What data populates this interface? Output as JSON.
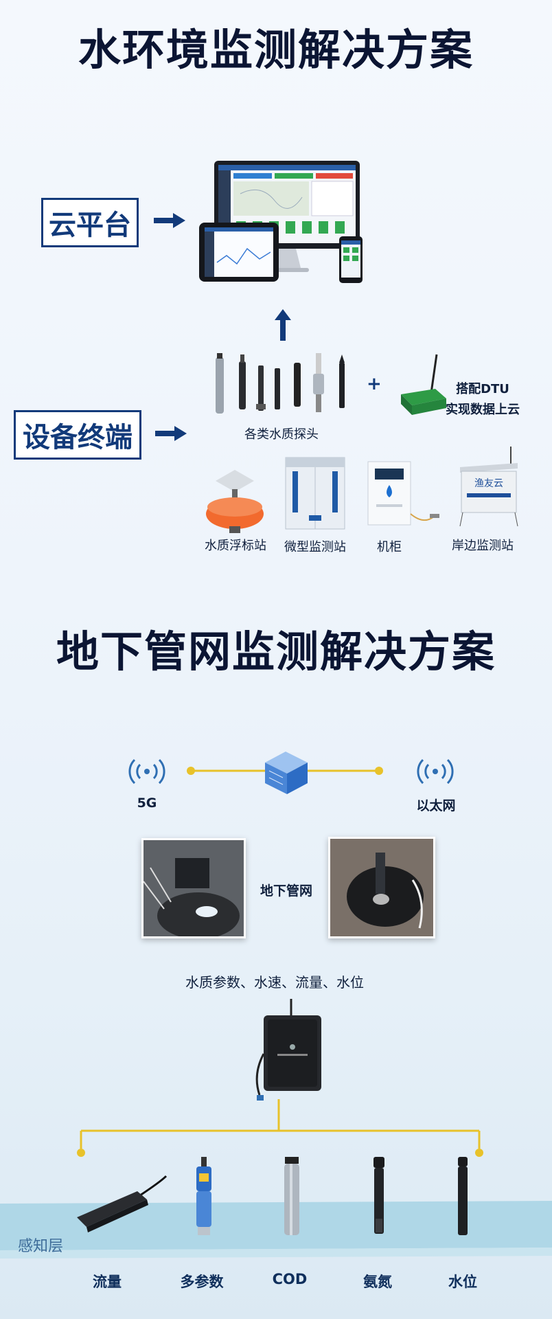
{
  "section1": {
    "title": "水环境监测解决方案",
    "cloud_label": "云平台",
    "device_label": "设备终端",
    "probe_caption": "各类水质探头",
    "plus": "+",
    "dtu_caption_line1": "搭配DTU",
    "dtu_caption_line2": "实现数据上云",
    "stations": [
      {
        "label": "水质浮标站",
        "icon": "buoy-station-icon"
      },
      {
        "label": "微型监测站",
        "icon": "micro-station-icon"
      },
      {
        "label": "机柜",
        "icon": "cabinet-icon"
      },
      {
        "label": "岸边监测站",
        "icon": "shore-station-icon"
      }
    ],
    "shore_sign": "渔友云"
  },
  "section2": {
    "title": "地下管网监测解决方案",
    "left_net": "5G",
    "right_net": "以太网",
    "pipe_label": "地下管网",
    "params": "水质参数、水速、流量、水位",
    "layer_label": "感知层",
    "sensors": [
      "流量",
      "多参数",
      "COD",
      "氨氮",
      "水位"
    ]
  },
  "colors": {
    "title": "#0b1533",
    "accent_blue": "#123a7a",
    "line_yellow": "#e8c22a",
    "wifi_blue": "#2f6fb3"
  }
}
